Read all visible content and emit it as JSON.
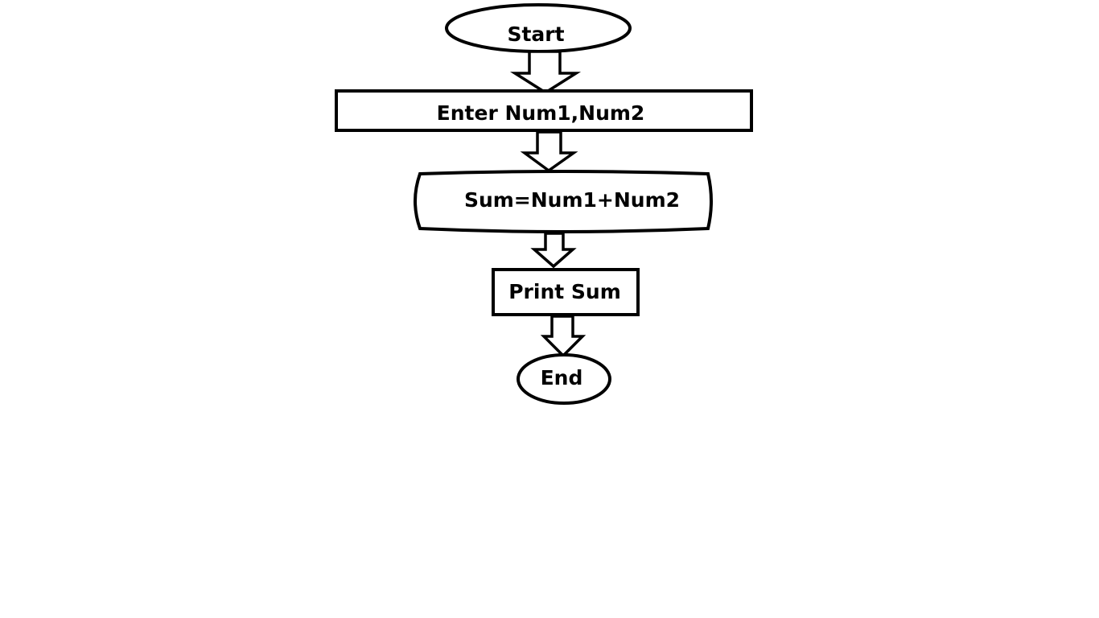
{
  "flowchart": {
    "start_label": "Start",
    "input_label": "Enter Num1,Num2",
    "process_label": "Sum=Num1+Num2",
    "output_label": "Print Sum",
    "end_label": "End"
  }
}
